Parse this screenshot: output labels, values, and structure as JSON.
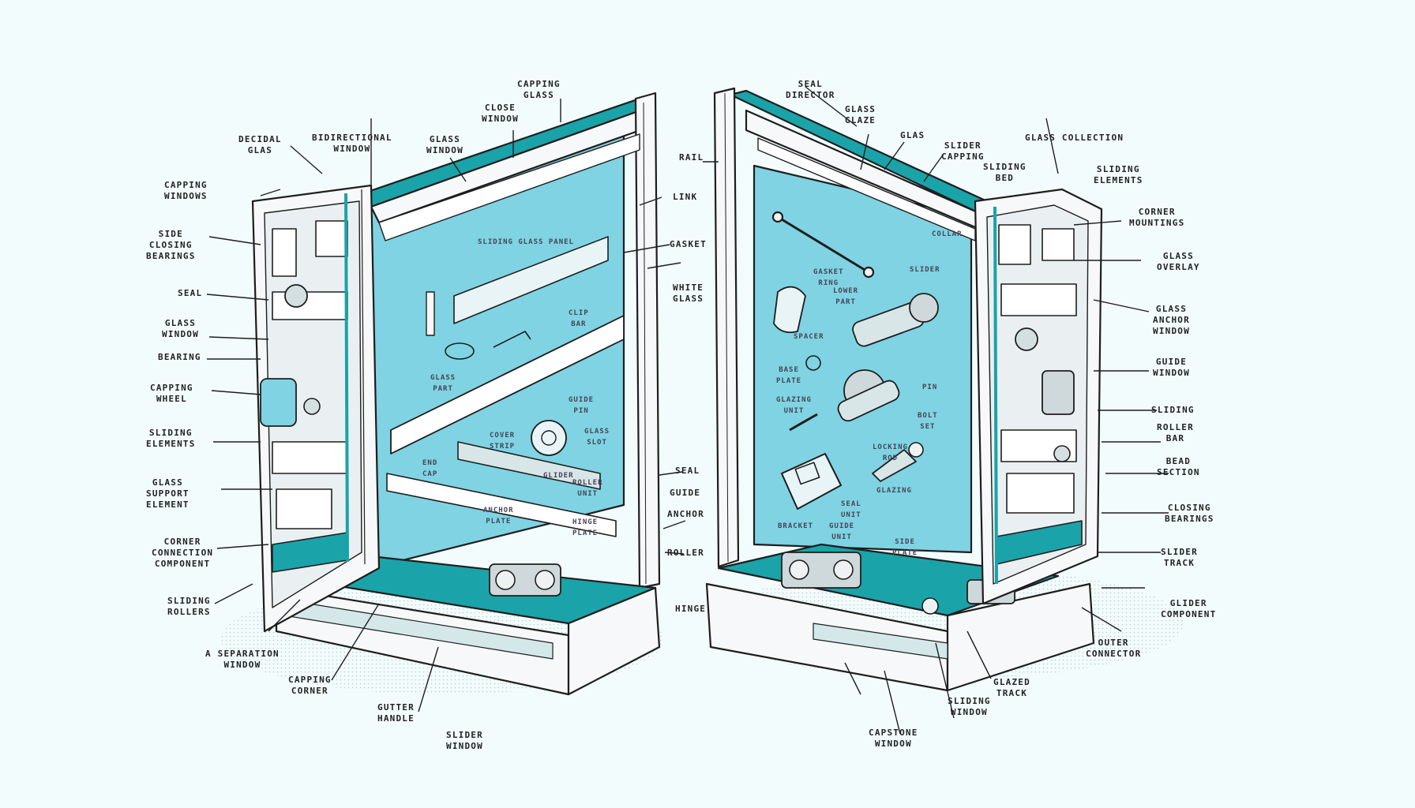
{
  "colors": {
    "background": "#f3fcfc",
    "teal": "#1aa3a8",
    "glass": "#7fd3e3",
    "frame": "#f6f8f9",
    "ink": "#1e1e1e"
  },
  "labels": {
    "capping_glass": "CAPPING\nGLASS",
    "close_window": "CLOSE\nWINDOW",
    "decidal_glas": "DECIDAL\nGLAS",
    "bidirectional_window": "BIDIRECTIONAL\nWINDOW",
    "glass_window_top": "GLASS\nWINDOW",
    "capping_windows": "CAPPING\nWINDOWS",
    "side_closing_bearings": "SIDE\nCLOSING\nBEARINGS",
    "seal_left": "SEAL",
    "glass_window_left": "GLASS\nWINDOW",
    "bearing": "BEARING",
    "capping_wheel": "CAPPING\nWHEEL",
    "sliding_elements": "SLIDING\nELEMENTS",
    "glass_support_element": "GLASS\nSUPPORT\nELEMENT",
    "corner_connection_component": "CORNER\nCONNECTION\nCOMPONENT",
    "sliding_rollers": "SLIDING\nROLLERS",
    "a_separation_window": "A SEPARATION\nWINDOW",
    "capping_corner": "CAPPING\nCORNER",
    "gutter_handle": "GUTTER\nHANDLE",
    "slider_window": "SLIDER\nWINDOW",
    "link": "LINK",
    "gasket": "GASKET",
    "white_glass": "WHITE\nGLASS",
    "seal_center": "SEAL",
    "guide": "GUIDE",
    "anchor": "ANCHOR",
    "roller_center": "ROLLER",
    "hinge": "HINGE",
    "seal_director": "SEAL\nDIRECTOR",
    "glass_glaze": "GLASS\nGLAZE",
    "glas": "GLAS",
    "slider_capping": "SLIDER\nCAPPING",
    "glass_collection": "GLASS COLLECTION",
    "sliding_bed": "SLIDING\nBED",
    "sliding_elements_right": "SLIDING\nELEMENTS",
    "corner_mountings": "CORNER\nMOUNTINGS",
    "glass_overlay": "GLASS\nOVERLAY",
    "glass_anchor_window": "GLASS\nANCHOR\nWINDOW",
    "guide_window": "GUIDE\nWINDOW",
    "sliding": "SLIDING",
    "roller_bar": "ROLLER\nBAR",
    "bead_section": "BEAD\nSECTION",
    "closing_bearings": "CLOSING\nBEARINGS",
    "slider_track": "SLIDER\nTRACK",
    "glider_component": "GLIDER\nCOMPONENT",
    "outer_connector": "OUTER\nCONNECTOR",
    "glazed_track": "GLAZED\nTRACK",
    "sliding_window": "SLIDING\nWINDOW",
    "capstone_window": "CAPSTONE\nWINDOW",
    "rail": "RAIL",
    "panel_glass_title": "SLIDING GLASS PANEL",
    "panel_part_right": "SLIDER",
    "small_glass_part": "GLASS\nPART",
    "small_clip_bar": "CLIP\nBAR",
    "small_guide_pin": "GUIDE\nPIN",
    "small_cover_strip": "COVER\nSTRIP",
    "small_glass_slot": "GLASS\nSLOT",
    "small_end_cap": "END\nCAP",
    "small_glider": "GLIDER",
    "small_roller_unit": "ROLLER\nUNIT",
    "small_gasket_ring": "GASKET\nRING",
    "small_lower_part": "LOWER\nPART",
    "small_base_plate": "BASE\nPLATE",
    "small_pin": "PIN",
    "small_glazing_unit": "GLAZING\nUNIT",
    "small_bolt_set": "BOLT\nSET",
    "small_seal_unit": "SEAL\nUNIT",
    "small_bracket": "BRACKET",
    "small_guide_unit": "GUIDE\nUNIT",
    "small_anchor_plate": "ANCHOR\nPLATE",
    "small_hinge_plate": "HINGE\nPLATE",
    "small_locking_rod": "LOCKING\nROD",
    "small_glazing": "GLAZING",
    "small_side_plate": "SIDE\nPLATE",
    "small_collar": "COLLAR",
    "small_spacer": "SPACER"
  }
}
